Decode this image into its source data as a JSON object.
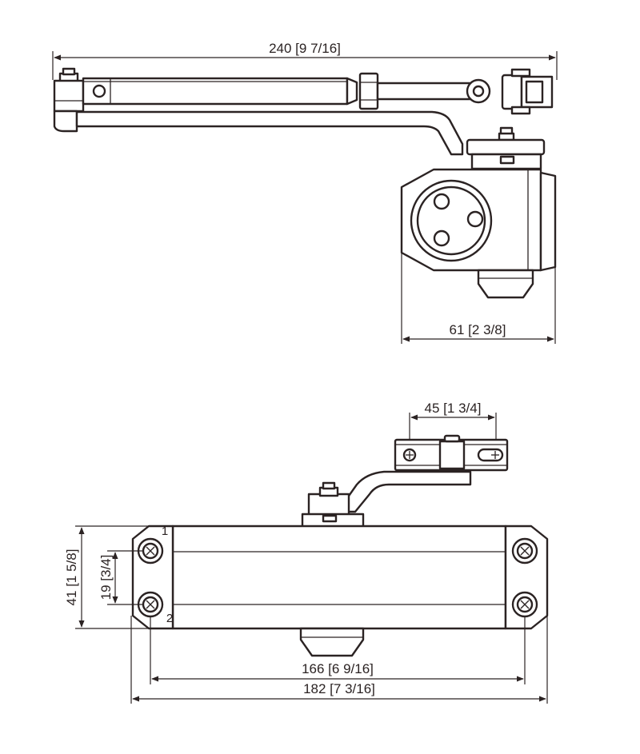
{
  "dimensions": {
    "total_length": "240 [9 7/16]",
    "bracket_depth": "61 [2 3/8]",
    "bracket_hole_spacing": "45 [1 3/4]",
    "body_height": "41 [1 5/8]",
    "hole_vertical_spacing": "19 [3/4]",
    "hole_horizontal_spacing": "166 [6 9/16]",
    "body_length": "182 [7 3/16]"
  },
  "callouts": {
    "hole_1": "1",
    "hole_2": "2"
  },
  "colors": {
    "line": "#2b2323",
    "background": "#ffffff"
  }
}
